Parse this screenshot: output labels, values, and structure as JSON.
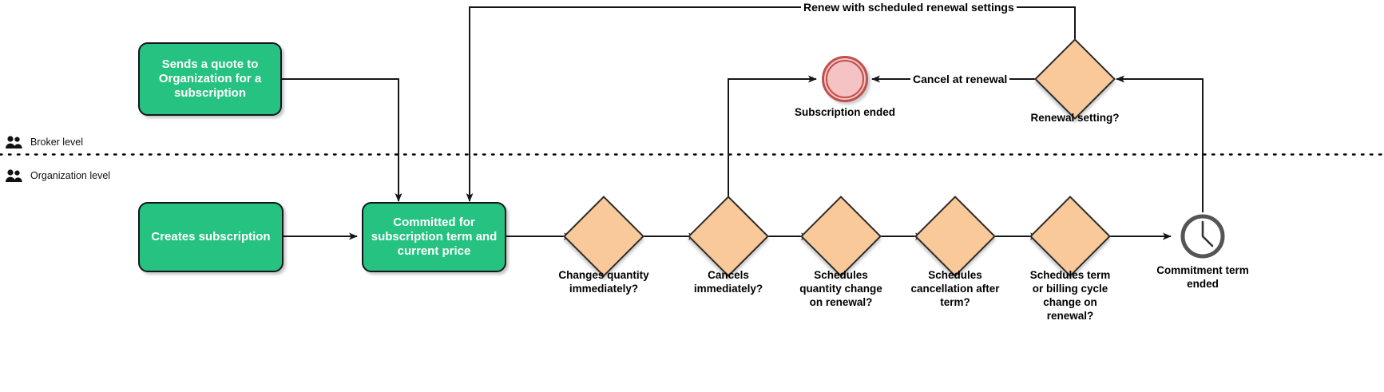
{
  "diagram": {
    "title": "Subscription lifecycle BPMN flow",
    "colors": {
      "task_fill": "#26c281",
      "gateway_fill": "#fac99a",
      "end_event_fill": "#f5c3c3",
      "end_event_stroke": "#c0504d",
      "stroke": "#14171a",
      "timer_stroke": "#555555"
    }
  },
  "lanes": [
    {
      "id": "broker",
      "label": "Broker level",
      "icon": "users-icon"
    },
    {
      "id": "organization",
      "label": "Organization level",
      "icon": "users-icon"
    }
  ],
  "tasks": [
    {
      "id": "sends-quote",
      "label": "Sends a quote to Organization for a subscription",
      "lane": "broker"
    },
    {
      "id": "creates-subscription",
      "label": "Creates subscription",
      "lane": "organization"
    },
    {
      "id": "committed",
      "label": "Committed for subscription term and current price",
      "lane": "organization"
    }
  ],
  "gateways": [
    {
      "id": "changes-quantity",
      "label": "Changes quantity immediately?",
      "lane": "organization"
    },
    {
      "id": "cancels-immediately",
      "label": "Cancels immediately?",
      "lane": "organization"
    },
    {
      "id": "schedules-quantity-change",
      "label": "Schedules quantity change on renewal?",
      "lane": "organization"
    },
    {
      "id": "schedules-cancellation",
      "label": "Schedules cancellation after term?",
      "lane": "organization"
    },
    {
      "id": "schedules-term-change",
      "label": "Schedules term or billing cycle change on renewal?",
      "lane": "organization"
    },
    {
      "id": "renewal-setting",
      "label": "Renewal setting?",
      "lane": "broker"
    }
  ],
  "events": [
    {
      "id": "subscription-ended",
      "type": "end",
      "label": "Subscription ended",
      "lane": "broker"
    },
    {
      "id": "commitment-term-ended",
      "type": "timer",
      "label": "Commitment term ended",
      "lane": "organization"
    }
  ],
  "edge_labels": [
    {
      "id": "renew-scheduled",
      "label": "Renew with scheduled renewal settings"
    },
    {
      "id": "cancel-at-renewal",
      "label": "Cancel at renewal"
    }
  ]
}
